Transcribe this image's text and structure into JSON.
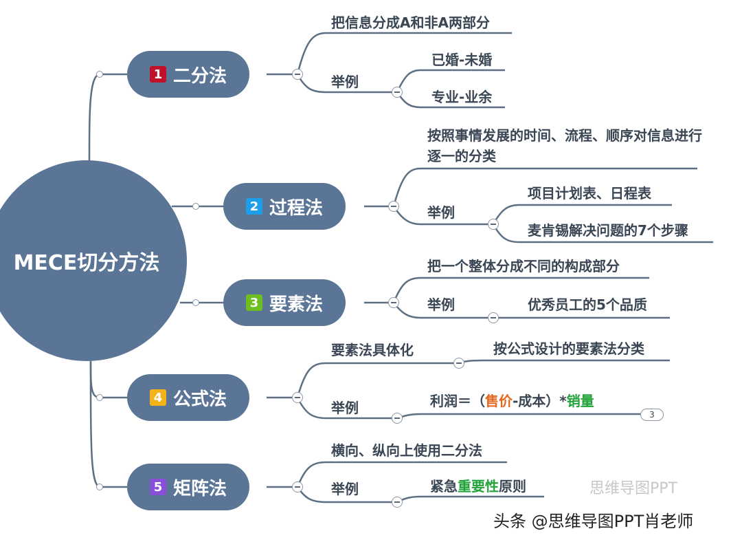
{
  "root": {
    "label": "MECE切分方法"
  },
  "branches": [
    {
      "num": "1",
      "badge_color": "#c0102a",
      "label": "二分法",
      "desc": "把信息分成A和非A两部分",
      "example_label": "举例",
      "examples": [
        "已婚-未婚",
        "专业-业余"
      ]
    },
    {
      "num": "2",
      "badge_color": "#1e9ee8",
      "label": "过程法",
      "desc": "按照事情发展的时间、流程、顺序对信息进行逐一的分类",
      "example_label": "举例",
      "examples": [
        "项目计划表、日程表",
        "麦肯锡解决问题的7个步骤"
      ]
    },
    {
      "num": "3",
      "badge_color": "#6cbf1f",
      "label": "要素法",
      "desc": "把一个整体分成不同的构成部分",
      "example_label": "举例",
      "examples": [
        "优秀员工的5个品质"
      ]
    },
    {
      "num": "4",
      "badge_color": "#f3b318",
      "label": "公式法",
      "desc": "要素法具体化",
      "desc_child": "按公式设计的要素法分类",
      "example_label": "举例",
      "formula": {
        "part1": "利润＝（",
        "part2": "售价",
        "part3": "-成本）*",
        "part4": "销量"
      },
      "collapsed_count": "3"
    },
    {
      "num": "5",
      "badge_color": "#8a4fd8",
      "label": "矩阵法",
      "desc": "横向、纵向上使用二分法",
      "example_label": "举例",
      "example": {
        "part1": "紧急",
        "part2": "重要性",
        "part3": "原则"
      }
    }
  ],
  "watermark": {
    "top": "思维导图PPT",
    "bottom": "头条 @思维导图PPT肖老师"
  }
}
